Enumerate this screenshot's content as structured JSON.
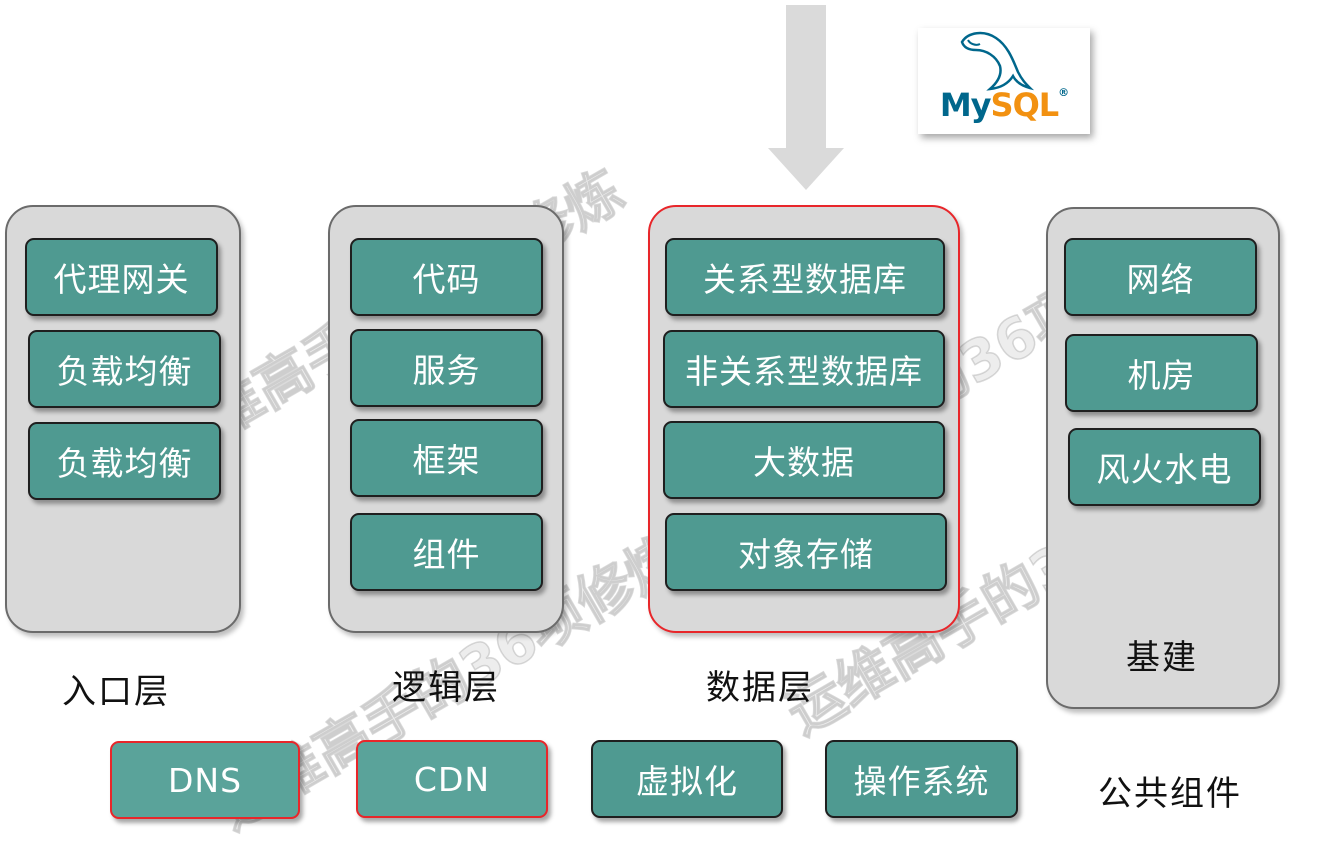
{
  "watermark_text": "运维高手的36项修炼",
  "logo": {
    "my": "My",
    "sql": "SQL",
    "reg": "®"
  },
  "columns": {
    "entry": {
      "label": "入口层",
      "items": [
        "代理网关",
        "负载均衡",
        "负载均衡"
      ]
    },
    "logic": {
      "label": "逻辑层",
      "items": [
        "代码",
        "服务",
        "框架",
        "组件"
      ]
    },
    "data": {
      "label": "数据层",
      "items": [
        "关系型数据库",
        "非关系型数据库",
        "大数据",
        "对象存储"
      ]
    },
    "infra": {
      "label": "基建",
      "items": [
        "网络",
        "机房",
        "风火水电"
      ]
    }
  },
  "common": {
    "label": "公共组件",
    "items": [
      "DNS",
      "CDN",
      "虚拟化",
      "操作系统"
    ]
  },
  "colors": {
    "chip": "#4f9a91",
    "highlight": "#e8262a",
    "column": "#d9d9d9",
    "logo_blue": "#00678c",
    "logo_orange": "#f29111"
  }
}
